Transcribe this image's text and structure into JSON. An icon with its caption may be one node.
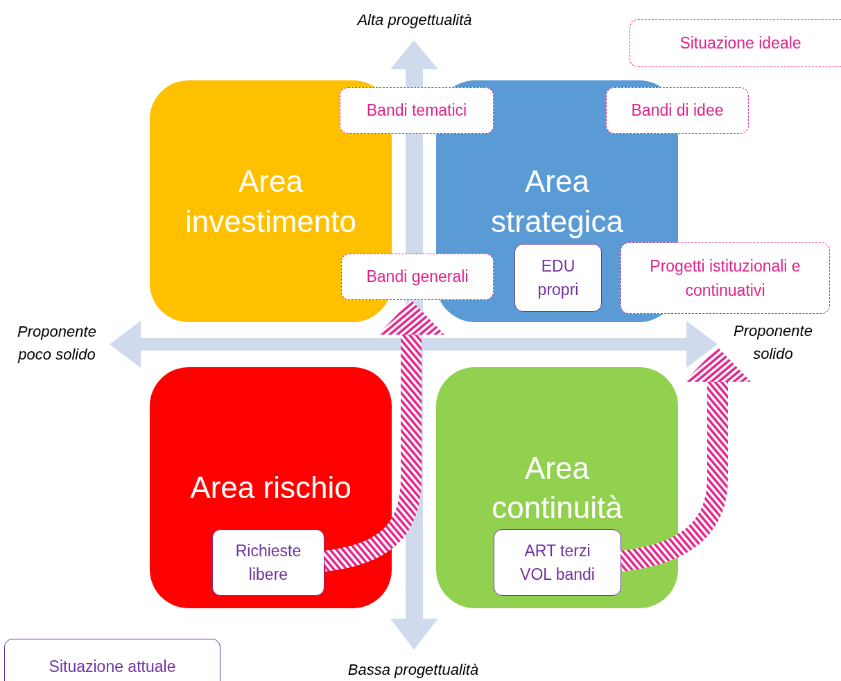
{
  "diagram": {
    "nodes": [
      {
        "text": [
          "Area investimento"
        ]
      },
      {
        "text": [
          "Area strategica"
        ]
      },
      {
        "text": [
          "Area rischio"
        ]
      },
      {
        "text": [
          "Area continuità"
        ]
      },
      {
        "text": [
          "Bandi tematici"
        ]
      },
      {
        "text": [
          "Bandi di idee"
        ]
      },
      {
        "text": [
          "Bandi generali"
        ]
      },
      {
        "text": [
          "EDU propri"
        ],
        "in": 1
      },
      {
        "text": [
          "Progetti istituzionali e continuativi"
        ]
      },
      {
        "text": [
          "Richieste libere"
        ],
        "in": 2
      },
      {
        "text": [
          "ART terzi VOL bandi"
        ],
        "in": 3
      },
      {
        "text": [
          "Situazione ideale"
        ]
      },
      {
        "text": [
          "Situazione attuale"
        ]
      },
      {
        "text": [
          "Proponente solido"
        ]
      }
    ],
    "edges": [
      {
        "from": 9,
        "to": 6,
        "arrow": "to"
      },
      {
        "from": 10,
        "to": 13,
        "arrow": "to"
      }
    ],
    "labels": [
      "Alta progettualità",
      "Proponente poco solido",
      "Bassa progettualità"
    ]
  }
}
